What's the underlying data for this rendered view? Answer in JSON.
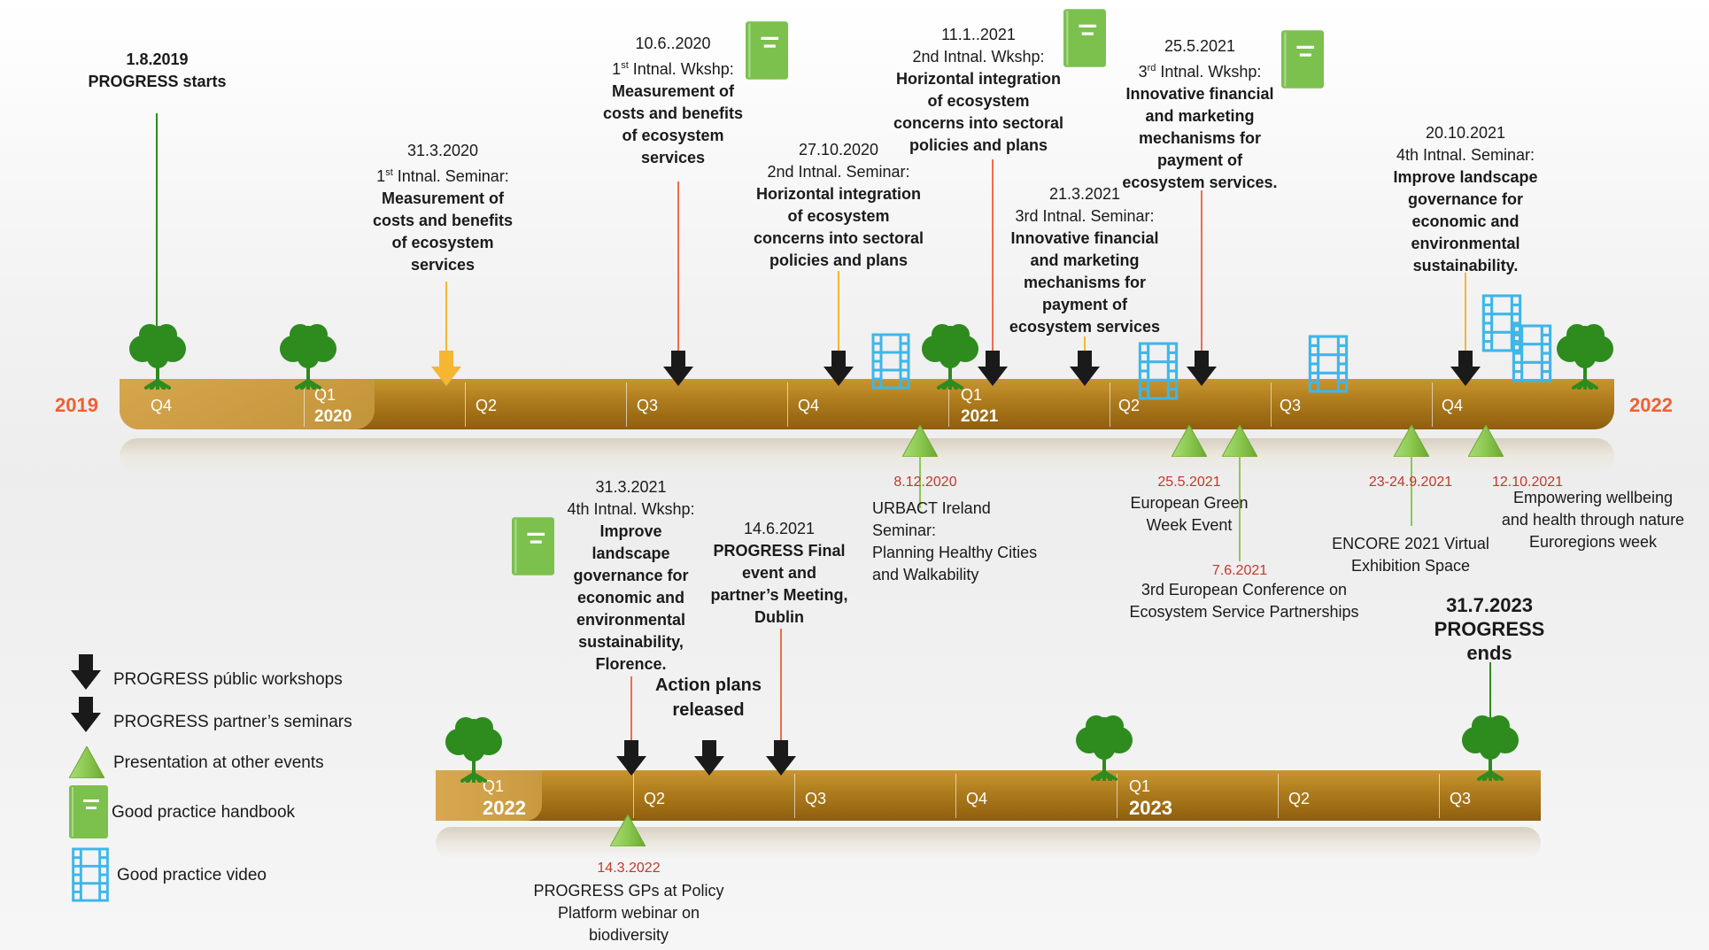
{
  "years": {
    "left": "2019",
    "right": "2022"
  },
  "top_axis": {
    "quarters": [
      "Q4",
      "Q1",
      "Q2",
      "Q3",
      "Q4",
      "Q1",
      "Q2",
      "Q3",
      "Q4"
    ],
    "year_marks": [
      "2020",
      "2021"
    ]
  },
  "bottom_axis": {
    "quarters": [
      "Q1",
      "Q2",
      "Q3",
      "Q4",
      "Q1",
      "Q2",
      "Q3"
    ],
    "year_marks": [
      "2022",
      "2023"
    ]
  },
  "events_top": {
    "start": {
      "date": "1.8.2019",
      "text": "PROGRESS starts"
    },
    "sem1": {
      "date": "31.3.2020",
      "kind_pre": "1",
      "kind_sup": "st",
      "kind_post": " Intnal. Seminar:",
      "title": [
        "Measurement of",
        "costs and benefits",
        "of ecosystem",
        "services"
      ]
    },
    "wk1": {
      "date": "10.6..2020",
      "kind_pre": "1",
      "kind_sup": "st",
      "kind_post": " Intnal. Wkshp:",
      "title": [
        "Measurement of",
        "costs and benefits",
        "of ecosystem",
        "services"
      ]
    },
    "sem2": {
      "date": "27.10.2020",
      "kind": "2nd Intnal. Seminar:",
      "title": [
        "Horizontal integration",
        "of ecosystem",
        "concerns into sectoral",
        "policies and plans"
      ]
    },
    "wk2": {
      "date": "11.1..2021",
      "kind": "2nd Intnal. Wkshp:",
      "title": [
        "Horizontal integration",
        "of ecosystem",
        "concerns into sectoral",
        "policies and plans"
      ]
    },
    "sem3": {
      "date": "21.3.2021",
      "kind": "3rd Intnal. Seminar:",
      "title": [
        "Innovative financial",
        "and marketing",
        "mechanisms for",
        "payment of",
        "ecosystem services"
      ]
    },
    "wk3": {
      "date": "25.5.2021",
      "kind_pre": "3",
      "kind_sup": "rd",
      "kind_post": " Intnal. Wkshp:",
      "title": [
        "Innovative financial",
        "and marketing",
        "mechanisms for",
        "payment of",
        "ecosystem services."
      ]
    },
    "sem4": {
      "date": "20.10.2021",
      "kind": "4th Intnal. Seminar:",
      "title": [
        "Improve landscape",
        "governance for",
        "economic and",
        "environmental",
        "sustainability."
      ]
    }
  },
  "events_below_top": {
    "urbact": {
      "date": "8.12.2020",
      "lines": [
        "URBACT Ireland",
        "Seminar:",
        "Planning Healthy Cities",
        "and Walkability"
      ]
    },
    "egw": {
      "date": "25.5.2021",
      "lines": [
        "European Green",
        "Week Event"
      ]
    },
    "espc": {
      "date": "7.6.2021",
      "lines": [
        "3rd European Conference on",
        "Ecosystem Service Partnerships"
      ]
    },
    "encore": {
      "date": "23-24.9.2021",
      "lines": [
        "ENCORE 2021  Virtual",
        "Exhibition Space"
      ]
    },
    "euro": {
      "date": "12.10.2021",
      "lines": [
        "Empowering wellbeing",
        "and health through nature",
        "Euroregions week"
      ]
    }
  },
  "events_bottom": {
    "wk4": {
      "date": "31.3.2021",
      "kind": "4th Intnal. Wkshp:",
      "title": [
        "Improve",
        "landscape",
        "governance for",
        "economic and",
        "environmental",
        "sustainability,",
        "Florence."
      ]
    },
    "final": {
      "date": "14.6.2021",
      "title": [
        "PROGRESS Final",
        "event and",
        "partner’s Meeting,",
        "Dublin"
      ]
    },
    "action": {
      "title": [
        "Action plans",
        "released"
      ]
    },
    "end": {
      "date": "31.7.2023",
      "title": [
        "PROGRESS",
        "ends"
      ]
    },
    "gps": {
      "date": "14.3.2022",
      "lines": [
        "PROGRESS GPs at Policy",
        "Platform webinar on",
        "biodiversity"
      ]
    }
  },
  "legend": {
    "workshops": "PROGRESS públic workshops",
    "seminars": "PROGRESS partner’s seminars",
    "presentations": "Presentation at other events",
    "handbook": "Good practice handbook",
    "video": "Good practice video"
  },
  "colors": {
    "workshop_arrow": "#f26b4a",
    "seminar_arrow": "#f5b731",
    "presentation_triangle": "#8cc850",
    "handbook": "#7cc04e",
    "video": "#3fb6e8",
    "year_label": "#f06030",
    "date_red": "#c0392b",
    "bar_brown": "#a8741a",
    "tree": "#2e8b1e"
  },
  "icons": [
    "arrow-down-icon",
    "triangle-up-icon",
    "book-icon",
    "film-icon",
    "tree-icon"
  ]
}
